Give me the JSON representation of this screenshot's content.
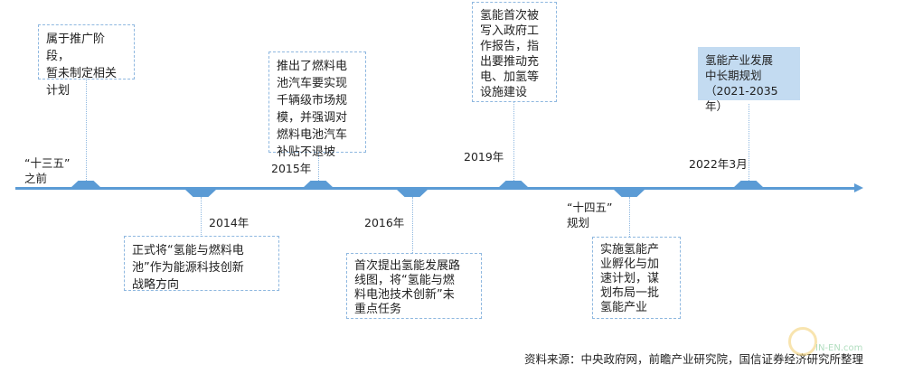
{
  "events": [
    {
      "label": "“十三五”\n之前",
      "text": "属于推广阶段，\n暂未制定相关\n计划"
    },
    {
      "label": "2014年",
      "text": "正式将“氢能与燃料电\n池”作为能源科技创新\n战略方向"
    },
    {
      "label": "2015年",
      "text": "推出了燃料电\n池汽车要实现\n千辆级市场规\n模，并强调对\n燃料电池汽车\n补贴不退坡"
    },
    {
      "label": "2016年",
      "text": "首次提出氢能发展路\n线图，将“氢能与燃\n料电池技术创新”未\n重点任务"
    },
    {
      "label": "2019年",
      "text": "氢能首次被\n写入政府工\n作报告，指\n出要推动充\n电、加氢等\n设施建设"
    },
    {
      "label": "“十四五”\n规划",
      "text": "实施氢能产\n业孵化与加\n速计划，谋\n划布局一批\n氢能产业"
    },
    {
      "label": "2022年3月",
      "text": "氢能产业发展\n中长期规划\n（2021-2035年）"
    }
  ],
  "source": "资料来源：中央政府网，前瞻产业研究院，国信证券经济研究所整理",
  "watermark": "IN-EN.com",
  "colors": {
    "axis": "#5b9bd5",
    "highlight": "#c3dbf1"
  }
}
